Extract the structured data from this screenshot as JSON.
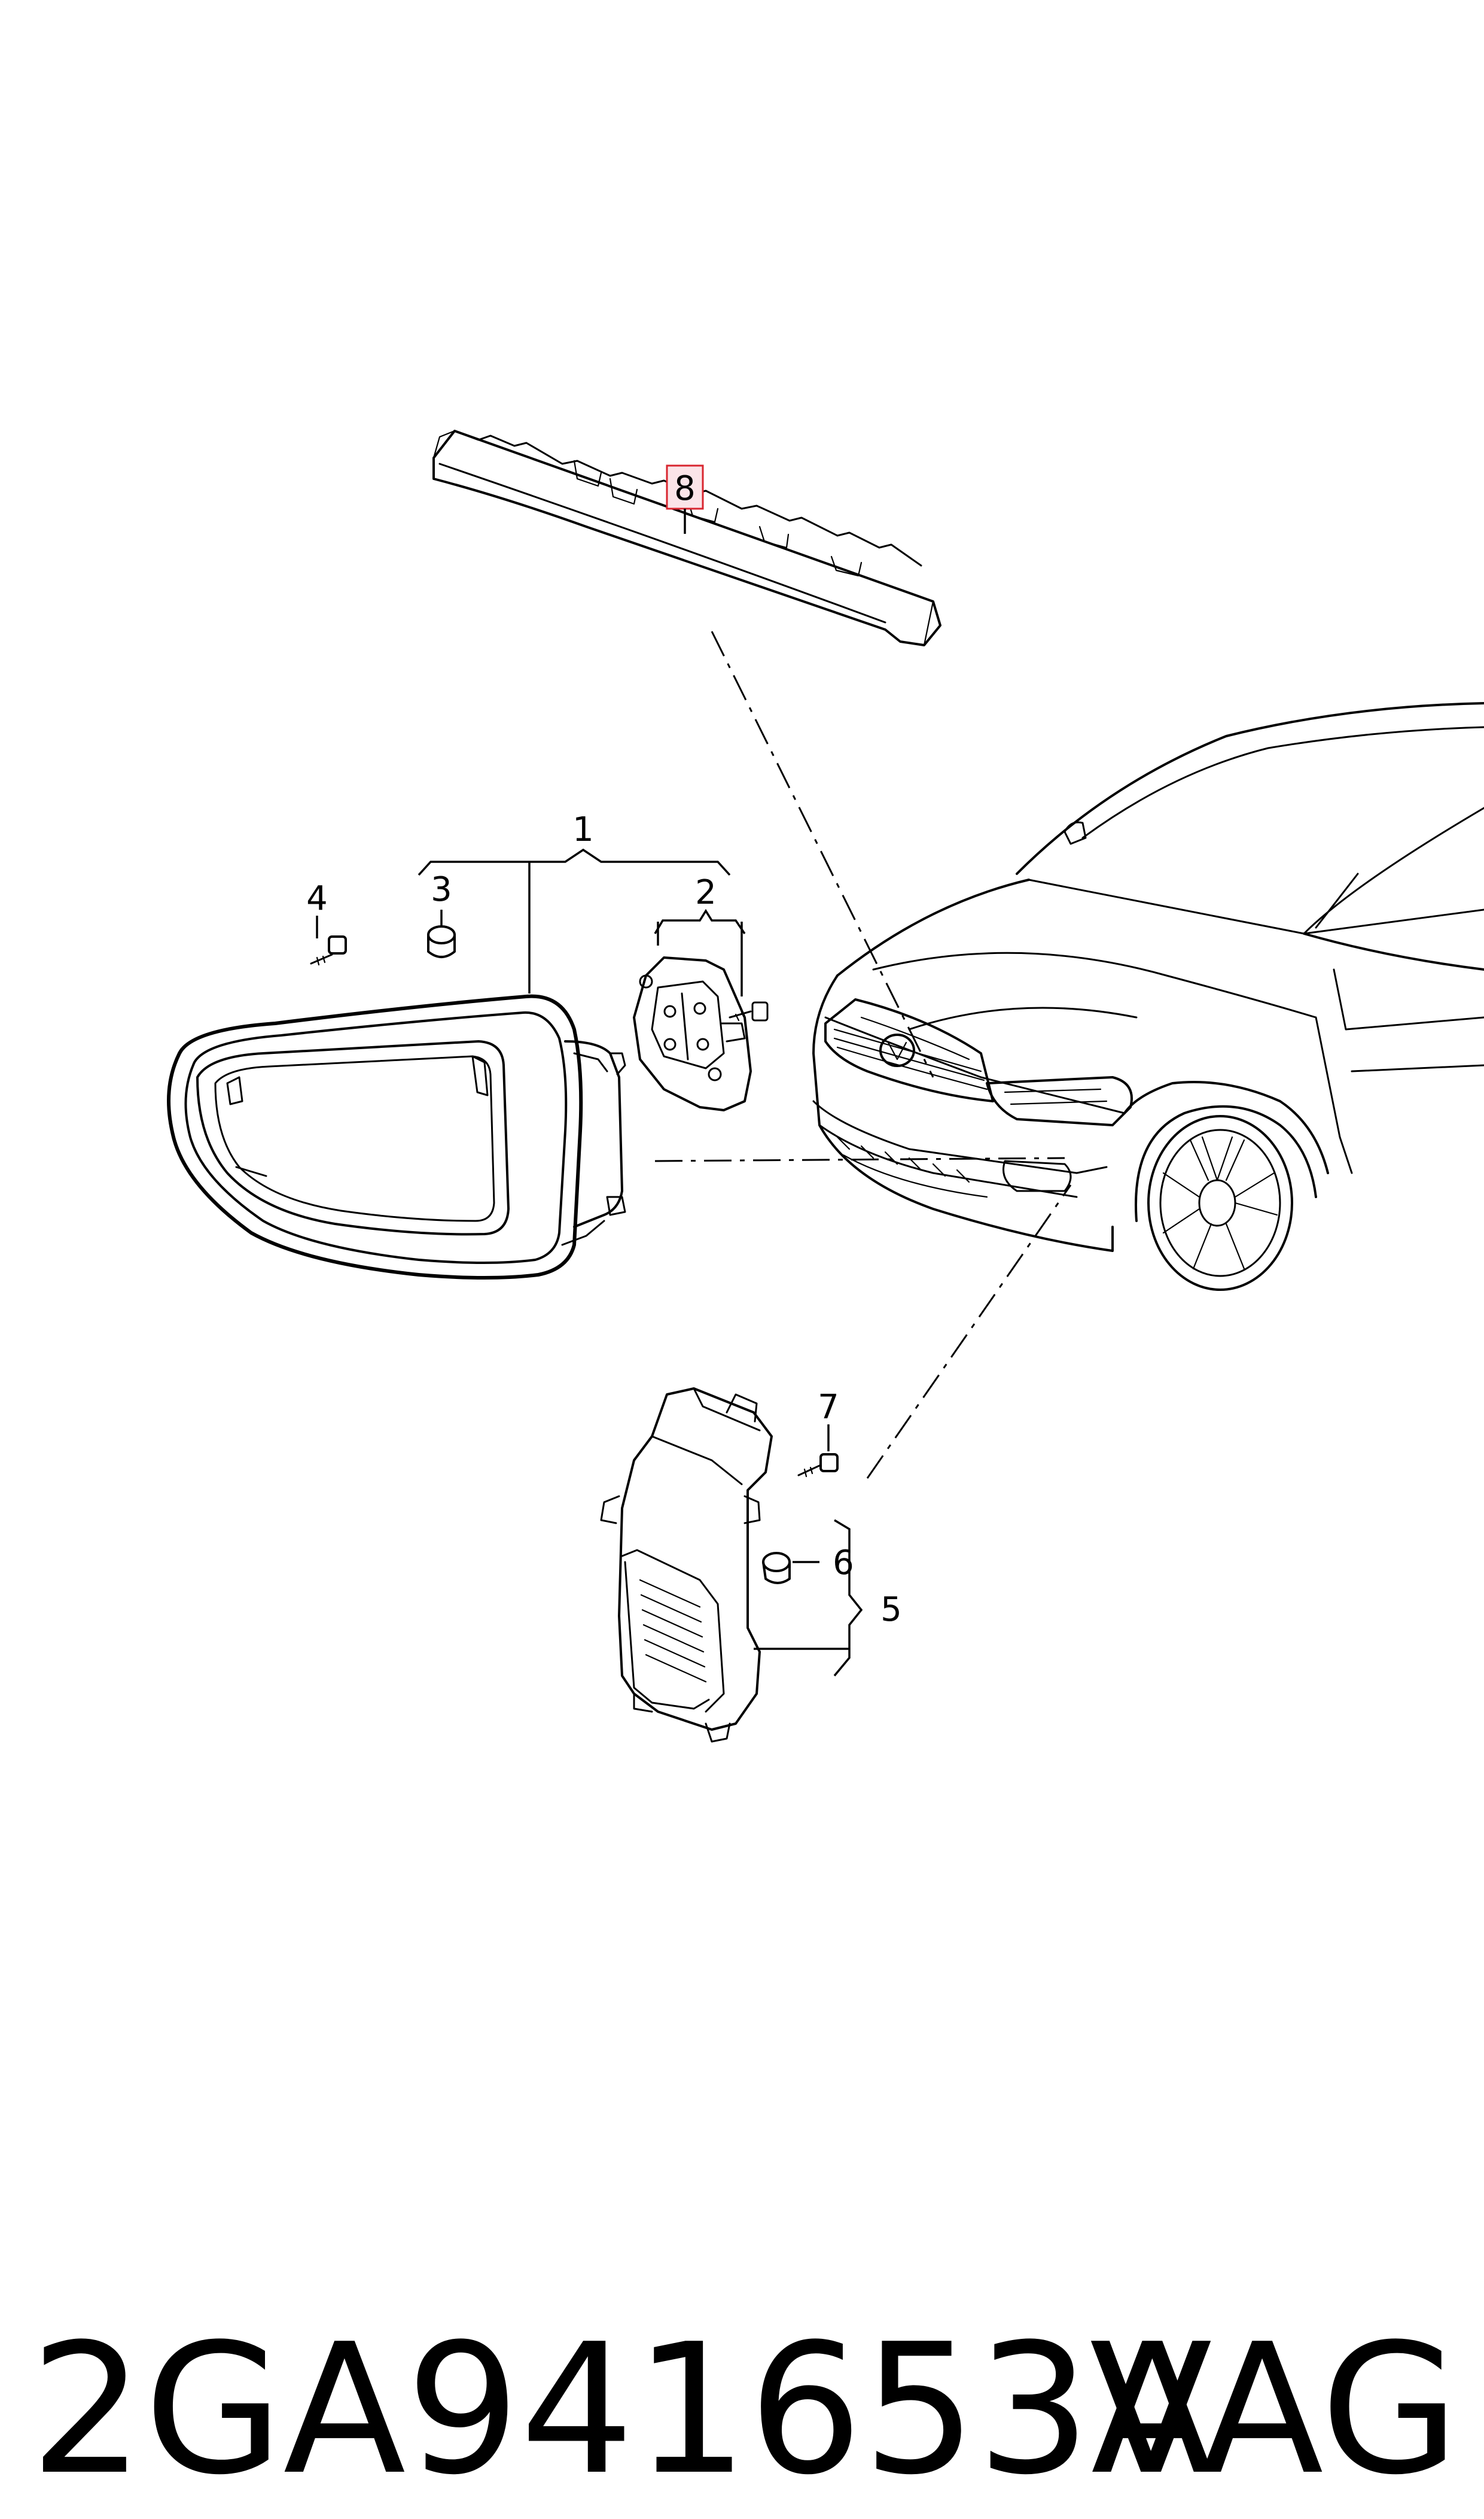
{
  "callouts": {
    "c1": "1",
    "c2": "2",
    "c3": "3",
    "c4": "4",
    "c5": "5",
    "c6": "6",
    "c7": "7",
    "c8": "8"
  },
  "highlight": {
    "callout": "8",
    "fill_color": "#fbe4e8",
    "border_color": "#d8262f"
  },
  "footer": {
    "part_number": "2GA941653A",
    "brand": "VAG"
  }
}
